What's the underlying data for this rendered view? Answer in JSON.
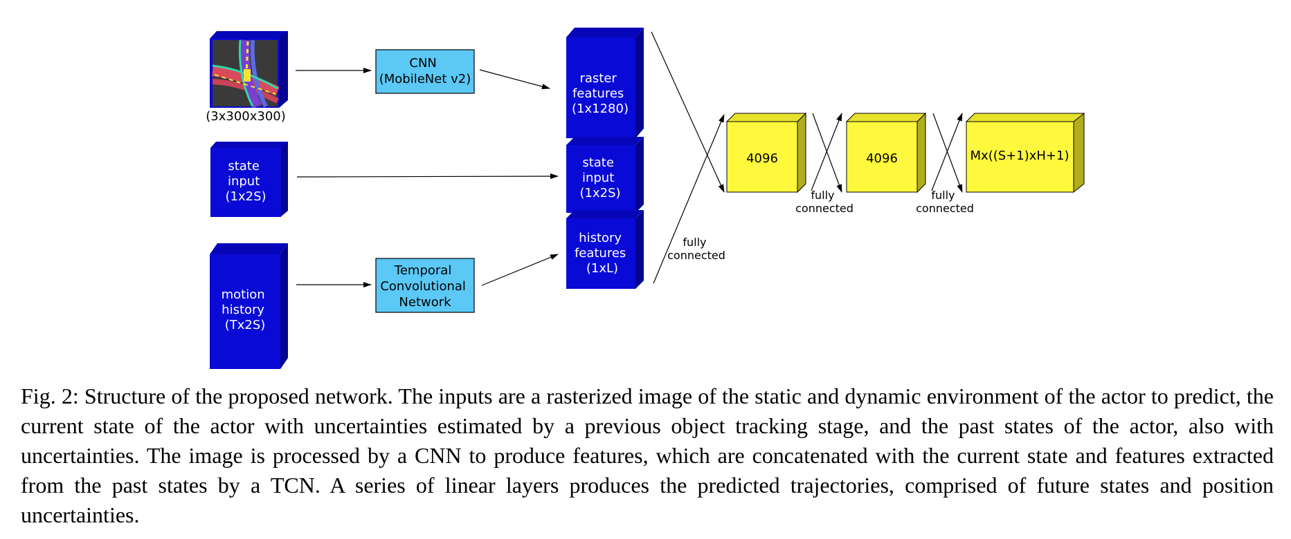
{
  "colors": {
    "block_front": "#0a0ad6",
    "block_top": "#0606b8",
    "block_side": "#040490",
    "module_fill": "#5bc8f5",
    "fc_front": "#fff83d",
    "fc_top": "#e6e22c",
    "fc_side": "#b0ad1f",
    "arrow": "#000000"
  },
  "inputs": {
    "raster_image_icon": "rasterized-map-image",
    "raster_dims": "(3x300x300)",
    "state_input": [
      "state",
      "input",
      "(1x2S)"
    ],
    "motion_history": [
      "motion",
      "history",
      "(Tx2S)"
    ]
  },
  "modules": {
    "cnn": [
      "CNN",
      "(MobileNet v2)"
    ],
    "tcn": [
      "Temporal",
      "Convolutional",
      "Network"
    ]
  },
  "concat": {
    "raster_features": [
      "raster",
      "features",
      "(1x1280)"
    ],
    "state_input": [
      "state",
      "input",
      "(1x2S)"
    ],
    "history_features": [
      "history",
      "features",
      "(1xL)"
    ]
  },
  "fc": {
    "layer1": "4096",
    "layer2": "4096",
    "output": "Mx((S+1)xH+1)",
    "connection_label": [
      "fully",
      "connected"
    ]
  },
  "caption": "Fig. 2: Structure of the proposed network. The inputs are a rasterized image of the static and dynamic environment of the actor to predict, the current state of the actor with uncertainties estimated by a previous object tracking stage, and the past states of the actor, also with uncertainties. The image is processed by a CNN to produce features, which are concatenated with the current state and features extracted from the past states by a TCN. A series of linear layers produces the predicted trajectories, comprised of future states and position uncertainties."
}
